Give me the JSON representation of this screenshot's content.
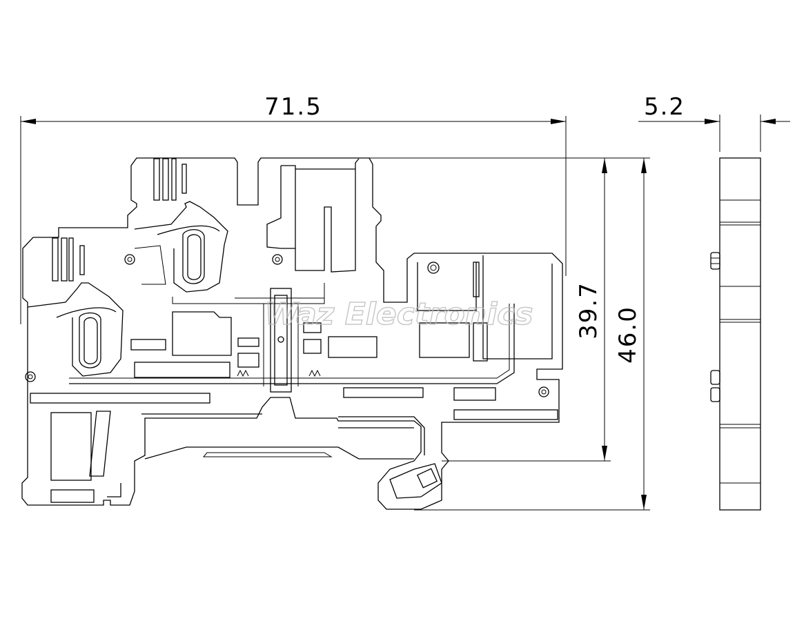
{
  "dimensions": {
    "overall_length": "71.5",
    "thickness": "5.2",
    "inner_height": "39.7",
    "overall_height": "46.0"
  },
  "watermark": "Waz Electronics"
}
